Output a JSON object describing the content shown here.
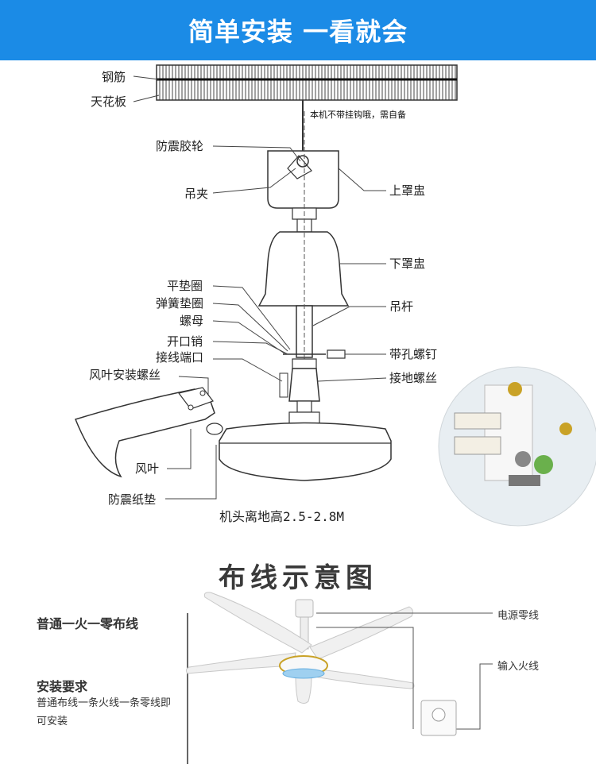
{
  "banner": {
    "title": "简单安装 一看就会",
    "color": "#1b8be6"
  },
  "diagram": {
    "labels_left": {
      "rebar": "钢筋",
      "ceiling": "天花板",
      "rubber_ring": "防震胶轮",
      "clamp": "吊夹",
      "flat_washer": "平垫圈",
      "spring_washer": "弹簧垫圈",
      "nut": "螺母",
      "cotter_pin": "开口销",
      "terminal": "接线端口",
      "blade_screw": "风叶安装螺丝",
      "blade": "风叶",
      "paper_gasket": "防震纸垫"
    },
    "labels_right": {
      "upper_cover": "上罩盅",
      "lower_cover": "下罩盅",
      "rod": "吊杆",
      "bolt": "带孔螺钉",
      "ground_screw": "接地螺丝"
    },
    "hook_note": "本机不带挂钩哦，需自备",
    "height_note": "机头离地高2.5-2.8M"
  },
  "wiring": {
    "section_title": "布线示意图",
    "wire_title": "普通一火一零布线",
    "requirement_title": "安装要求",
    "requirement_desc": "普通布线一条火线一条零线即可安装",
    "neutral_label": "电源零线",
    "live_label": "输入火线"
  }
}
